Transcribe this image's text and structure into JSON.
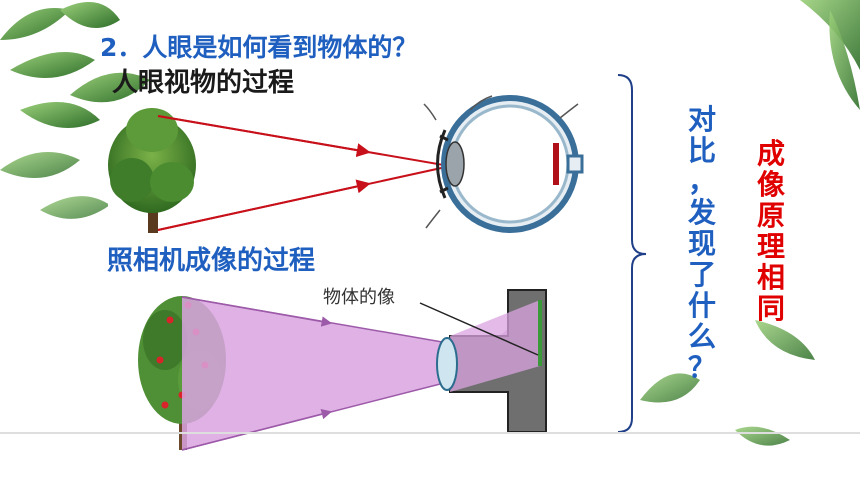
{
  "texts": {
    "question": "2．人眼是如何看到物体的？",
    "eye_process": "人眼视物的过程",
    "camera_process": "照相机成像的过程",
    "object_image_label": "物体的像",
    "compare_question": "对比，发现了什么？",
    "conclusion": "成像原理相同"
  },
  "colors": {
    "title_blue": "#1f5fbf",
    "conclusion_red": "#e00000",
    "ray_red": "#c8101a",
    "camera_light": "#d9a3e0",
    "camera_body": "#6f6f6f",
    "lens_blue": "#cfe6f0",
    "leaf_green": "#4a8a3a"
  }
}
